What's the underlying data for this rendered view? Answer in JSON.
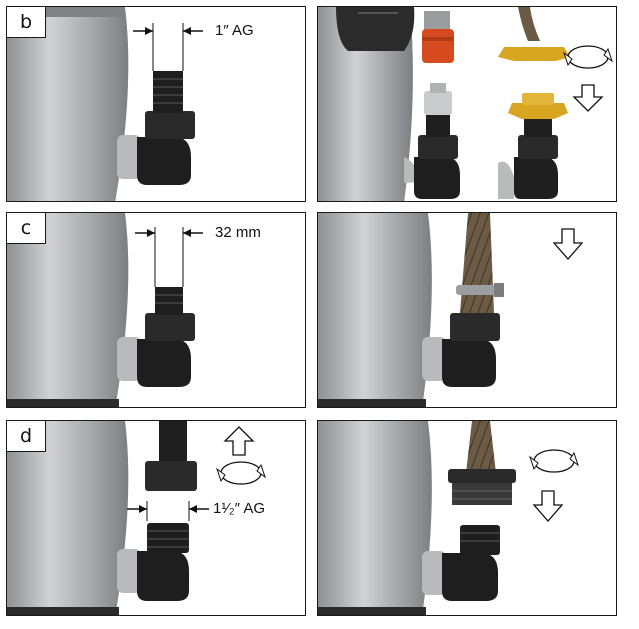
{
  "steps": [
    {
      "label": "b",
      "dimension": "1″ AG"
    },
    {
      "label": "c",
      "dimension": "32 mm"
    },
    {
      "label": "d",
      "dimension": "1¹⁄₂″ AG"
    }
  ],
  "colors": {
    "pump_body": "#a9acad",
    "pump_highlight": "#d2d4d5",
    "pump_shadow": "#7e8284",
    "fitting_black": "#1e1e1e",
    "hose_coupling_orange": "#d64a1f",
    "hose_coupling_light": "#c9cbcc",
    "claw_coupling_brass": "#d8a520",
    "hose_brown": "#6b5a44",
    "frame": "#1a1a1a"
  }
}
